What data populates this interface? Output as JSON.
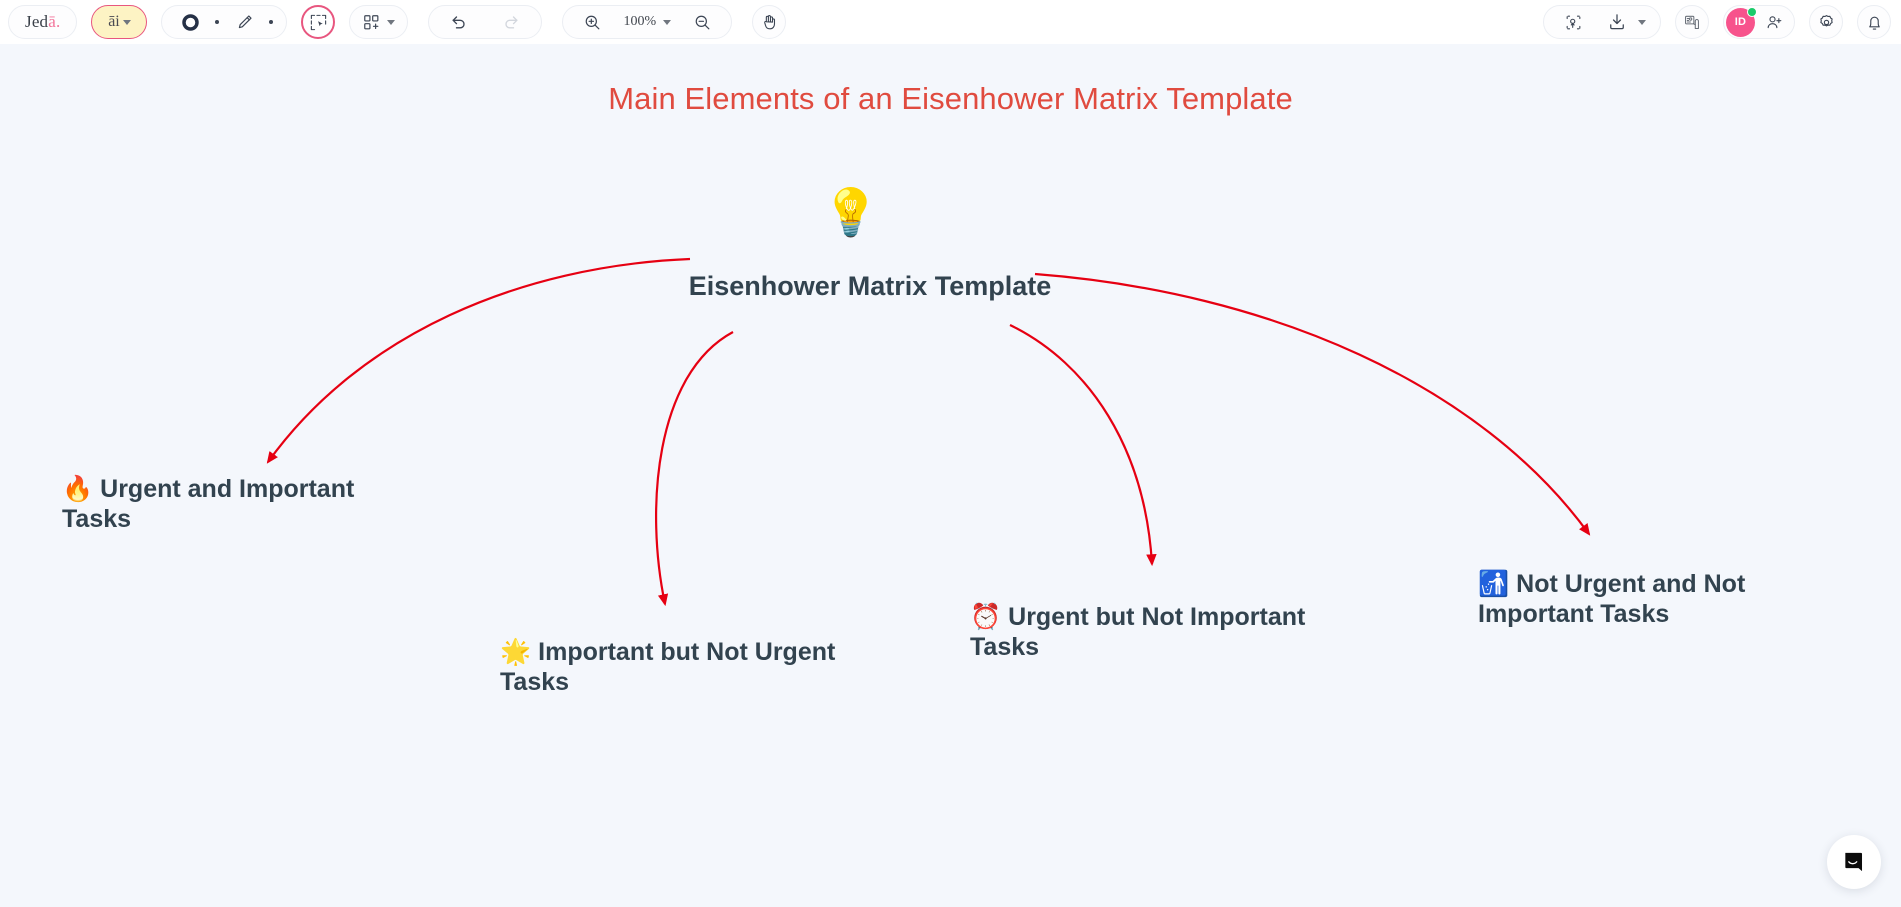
{
  "app": {
    "logo_text": "Jed",
    "logo_accent": "ā.",
    "ai_button_label": "āi",
    "background_color": "#f4f7fc",
    "accent_pink": "#e8567f",
    "title_color": "#e04b3f",
    "node_text_color": "#32434f",
    "arrow_color": "#e60012"
  },
  "toolbar": {
    "left": [
      {
        "name": "logo",
        "label": "Jedā."
      },
      {
        "name": "ai-assistant-button",
        "label": "āi",
        "icon": "chevron-down-icon",
        "state": "highlighted"
      },
      {
        "name": "shape-tool",
        "icon": "circle-shape-icon"
      },
      {
        "name": "shape-tool-options",
        "icon": "dot-icon"
      },
      {
        "name": "pen-tool",
        "icon": "pen-icon"
      },
      {
        "name": "pen-tool-options",
        "icon": "dot-icon"
      },
      {
        "name": "select-tool",
        "icon": "marquee-select-icon",
        "state": "active"
      },
      {
        "name": "templates-button",
        "icon": "grid-add-icon",
        "label": ""
      },
      {
        "name": "undo-button",
        "icon": "undo-icon",
        "state": "enabled"
      },
      {
        "name": "redo-button",
        "icon": "redo-icon",
        "state": "disabled"
      },
      {
        "name": "zoom-in-button",
        "icon": "zoom-in-icon"
      },
      {
        "name": "zoom-level",
        "label": "100%"
      },
      {
        "name": "zoom-out-button",
        "icon": "zoom-out-icon"
      },
      {
        "name": "pan-tool",
        "icon": "hand-icon"
      }
    ],
    "zoom_level": "100%",
    "right": [
      {
        "name": "snapshot-button",
        "icon": "snapshot-icon"
      },
      {
        "name": "download-button",
        "icon": "download-icon"
      },
      {
        "name": "download-options",
        "icon": "chevron-down-icon"
      },
      {
        "name": "present-button",
        "icon": "presentation-icon"
      },
      {
        "name": "user-avatar",
        "label": "ID",
        "status": "online"
      },
      {
        "name": "invite-button",
        "icon": "add-person-icon"
      },
      {
        "name": "settings-button",
        "icon": "gear-icon"
      },
      {
        "name": "notifications-button",
        "icon": "bell-icon"
      }
    ]
  },
  "mindmap": {
    "title": "Main Elements of an Eisenhower Matrix Template",
    "root": {
      "icon": "💡",
      "label": "Eisenhower Matrix Template"
    },
    "branches": [
      {
        "emoji": "🔥",
        "label": "Urgent and Important Tasks"
      },
      {
        "emoji": "🌟",
        "label": "Important but Not Urgent Tasks"
      },
      {
        "emoji": "⏰",
        "label": "Urgent but Not Important Tasks"
      },
      {
        "emoji": "🚮",
        "label": "Not Urgent and Not Important Tasks"
      }
    ]
  },
  "chat": {
    "widget_name": "chat-bubble",
    "icon": "chat-icon"
  }
}
